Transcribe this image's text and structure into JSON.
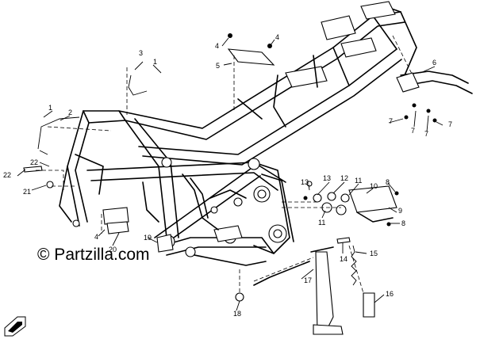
{
  "diagram": {
    "watermark": "© Partzilla.com",
    "callouts": [
      {
        "id": "c1a",
        "text": "1"
      },
      {
        "id": "c1b",
        "text": "1"
      },
      {
        "id": "c2",
        "text": "2"
      },
      {
        "id": "c3",
        "text": "3"
      },
      {
        "id": "c4a",
        "text": "4"
      },
      {
        "id": "c4b",
        "text": "4"
      },
      {
        "id": "c4c",
        "text": "4"
      },
      {
        "id": "c5",
        "text": "5"
      },
      {
        "id": "c6",
        "text": "6"
      },
      {
        "id": "c7a",
        "text": "7"
      },
      {
        "id": "c7b",
        "text": "7"
      },
      {
        "id": "c7c",
        "text": "7"
      },
      {
        "id": "c7d",
        "text": "7"
      },
      {
        "id": "c8a",
        "text": "8"
      },
      {
        "id": "c8b",
        "text": "8"
      },
      {
        "id": "c9",
        "text": "9"
      },
      {
        "id": "c10",
        "text": "10"
      },
      {
        "id": "c11a",
        "text": "11"
      },
      {
        "id": "c11b",
        "text": "11"
      },
      {
        "id": "c12",
        "text": "12"
      },
      {
        "id": "c13a",
        "text": "13"
      },
      {
        "id": "c13b",
        "text": "13"
      },
      {
        "id": "c14",
        "text": "14"
      },
      {
        "id": "c15",
        "text": "15"
      },
      {
        "id": "c16",
        "text": "16"
      },
      {
        "id": "c17",
        "text": "17"
      },
      {
        "id": "c18",
        "text": "18"
      },
      {
        "id": "c19",
        "text": "19"
      },
      {
        "id": "c20",
        "text": "20"
      },
      {
        "id": "c21",
        "text": "21"
      },
      {
        "id": "c22a",
        "text": "22"
      },
      {
        "id": "c22b",
        "text": "22"
      }
    ]
  }
}
